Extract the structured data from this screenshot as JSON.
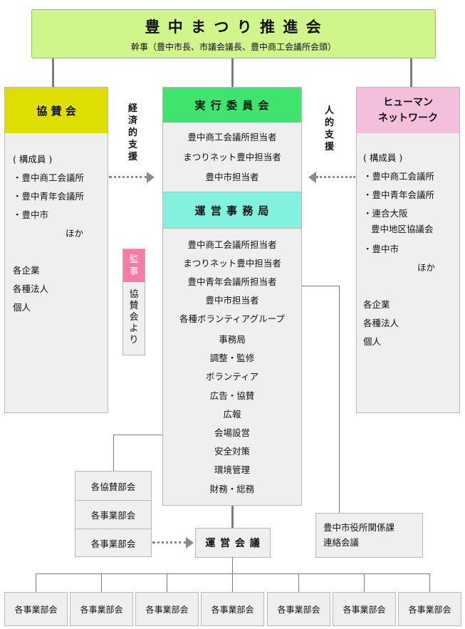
{
  "top": {
    "title": "豊 中 ま つ り 推 進 会",
    "subtitle": "幹事（豊中市長、市議会議長、豊中商工会議所会頭）"
  },
  "kyousan": {
    "title": "協 賛 会",
    "members": [
      "( 構成員 )",
      "・豊中商工会議所",
      "・豊中青年会議所",
      "・豊中市",
      "ほか"
    ],
    "others": [
      "各企業",
      "各種法人",
      "個人"
    ]
  },
  "jikkou": {
    "title": "実 行 委 員 会",
    "members": [
      "豊中商工会議所担当者",
      "まつりネット豊中担当者",
      "豊中市担当者"
    ]
  },
  "human": {
    "title_line1": "ヒューマン",
    "title_line2": "ネットワーク",
    "members": [
      "( 構成員 )",
      "・豊中商工会議所",
      "・豊中青年会議所",
      "・連合大阪",
      "豊中地区協議会",
      "・豊中市",
      "ほか"
    ],
    "others": [
      "各企業",
      "各種法人",
      "個人"
    ]
  },
  "keizai_label": [
    "経",
    "済",
    "的",
    "支",
    "援"
  ],
  "jinteki_label": [
    "人",
    "的",
    "支",
    "援"
  ],
  "unei_jimukyoku": {
    "title": "運 営 事 務 局",
    "members": [
      "豊中商工会議所担当者",
      "まつりネット豊中担当者",
      "豊中青年会議所担当者",
      "豊中市担当者",
      "各種ボランティアグループ"
    ],
    "sections": [
      "事務局",
      "調整・監修",
      "ボランティア",
      "広告・協賛",
      "広報",
      "会場設営",
      "安全対策",
      "環境管理",
      "財務・総務"
    ]
  },
  "kansa": {
    "label": [
      "監",
      "事"
    ],
    "sub": [
      "協",
      "賛",
      "会",
      "よ",
      "り"
    ]
  },
  "sub_committees": [
    "各協賛部会",
    "各事業部会",
    "各事業部会"
  ],
  "unei_kaigi": "運 営 会 議",
  "city_liaison": [
    "豊中市役所関係課",
    "連絡会議"
  ],
  "bottom_units": [
    "各事業部会",
    "各事業部会",
    "各事業部会",
    "各事業部会",
    "各事業部会",
    "各事業部会",
    "各事業部会"
  ],
  "colors": {
    "top_fill": "#d0f58a",
    "kyousan_header": "#dede00",
    "jikkou_header": "#3fe46c",
    "unei_header": "#82f2de",
    "human_header": "#f4bedd",
    "kansa_fill": "#f77aa7",
    "box_fill": "#efefef",
    "line": "#7c7c7c"
  }
}
